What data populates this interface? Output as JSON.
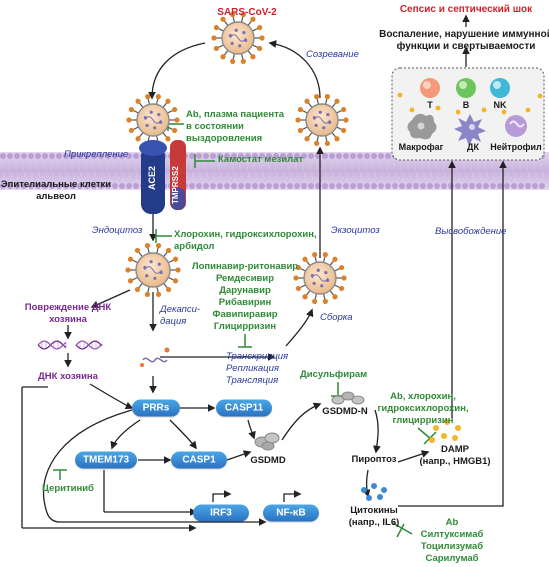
{
  "top": {
    "sars": "SARS-CoV-2",
    "sepsis": "Сепсис и септический шок",
    "inflammation_line1": "Воспаление, нарушение иммунной",
    "inflammation_line2": "функции и свертываемости"
  },
  "cells": {
    "t": "T",
    "b": "B",
    "nk": "NK",
    "macrophage": "Макрофаг",
    "dc": "ДК",
    "neutrophil": "Нейтрофил"
  },
  "lifecycle": {
    "maturation": "Созревание",
    "attachment": "Прикрепление",
    "endocytosis": "Эндоцитоз",
    "exocytosis": "Экзоцитоз",
    "decapsidation_1": "Декапси-",
    "decapsidation_2": "дация",
    "assembly": "Сборка",
    "transcription": "Транскрипция",
    "replication": "Репликация",
    "translation": "Трансляция",
    "release": "Высвобождение"
  },
  "membrane": {
    "epithelial_1": "Эпителиальные клетки",
    "epithelial_2": "альвеол",
    "ace2": "ACE2",
    "tmprss2": "TMPRSS2"
  },
  "drugs": {
    "ab_plasma_1": "Ab, плазма пациента",
    "ab_plasma_2": "в состоянии",
    "ab_plasma_3": "выздоровления",
    "camostat": "Камостат мезилат",
    "chloroquine_1": "Хлорохин, гидроксихлорохин,",
    "chloroquine_2": "арбидол",
    "antivirals": [
      "Лопинавир-ритонавир",
      "Ремдесивир",
      "Дарунавир",
      "Рибавирин",
      "Фавипиравир",
      "Глицирризин"
    ],
    "disulfiram": "Дисульфирам",
    "damp_drugs_1": "Ab, хлорохин,",
    "damp_drugs_2": "гидроксихлорохин,",
    "damp_drugs_3": "глицирризин",
    "ceritinib": "Церитиниб",
    "cytokine_drugs": [
      "Ab",
      "Силтуксимаб",
      "Тоцилизумаб",
      "Сарилумаб"
    ]
  },
  "host": {
    "dna_damage_1": "Повреждение ДНК",
    "dna_damage_2": "хозяина",
    "host_dna": "ДНК хозяина"
  },
  "nodes": {
    "prrs": "PRRs",
    "casp11": "CASP11",
    "tmem173": "TMEM173",
    "casp1": "CASP1",
    "irf3": "IRF3",
    "nfkb": "NF-κB",
    "gsdmd": "GSDMD",
    "gsdmd_n": "GSDMD-N",
    "pyroptosis": "Пироптоз",
    "damp_1": "DAMP",
    "damp_2": "(напр., HMGB1)",
    "cytokines_1": "Цитокины",
    "cytokines_2": "(напр., IL6)"
  },
  "colors": {
    "red": "#d21f2a",
    "green": "#2f8a36",
    "blue_italic": "#2a3a9a",
    "purple": "#7a2a8f",
    "pill_blue": "#3a8ad6",
    "membrane": "#c9b6dd"
  }
}
